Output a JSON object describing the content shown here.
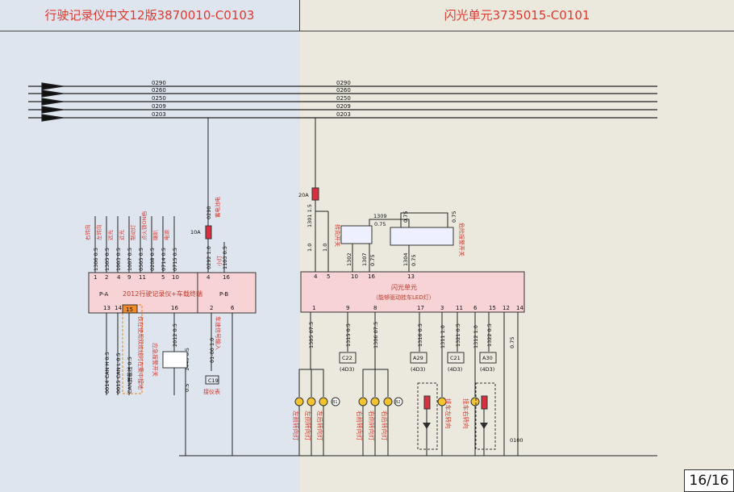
{
  "header": {
    "left_title": "行驶记录仪中文12版3870010-C0103",
    "right_title": "闪光单元3735015-C0101"
  },
  "page": "16/16",
  "bus_lines": [
    "0290",
    "0260",
    "0250",
    "0209",
    "0203"
  ],
  "recorder": {
    "title": "2012行驶记录仪+车载终端",
    "conn_a": "P-A",
    "conn_b": "P-B",
    "top_pins_a": [
      "1",
      "2",
      "4",
      "9",
      "11",
      "5",
      "10"
    ],
    "top_pins_b": [
      "4",
      "16"
    ],
    "bottom_pins_a": [
      "13",
      "14",
      "15",
      "16"
    ],
    "bottom_pins_b": [
      "2",
      "6"
    ],
    "wires_top": [
      "1306 0.5",
      "1305 0.5",
      "1003 0.5",
      "1007 0.5",
      "0505 0.5",
      "0208 0.5",
      "0714 0.5",
      "0715 0.5"
    ],
    "wire_labels_top": [
      "右转向",
      "左转向",
      "远光",
      "近光",
      "制动灯",
      "点火锁ON档",
      "喇叭",
      "电源"
    ],
    "b_wires": [
      "0292 1.0",
      "1103 0.5"
    ],
    "b_labels": [
      "小灯"
    ],
    "fuse": "10A",
    "battery_label": "蓄电池电",
    "battery_wire": "0290",
    "bottom_wires": [
      "0014 CAN H 0.5",
      "0015 CAN L 0.5",
      "CAN屏蔽线 0.5",
      "2012 0.5",
      "1440 0.5",
      "01-00 1.0"
    ],
    "can_note": "仅在使用双绞线时在集中接地",
    "emergency": "应急报警开关",
    "speed": "车速信号输入",
    "c19": "C19",
    "cluster": "接仪表",
    "sw_small_wire": "0.5"
  },
  "flasher": {
    "title": "闪光单元",
    "subtitle": "（能够驱动挂车LED灯）",
    "fuse": "20A",
    "top_pins": [
      "4",
      "5",
      "10",
      "16",
      "13"
    ],
    "bottom_pins": [
      "1",
      "9",
      "8",
      "17",
      "3",
      "11",
      "6",
      "15",
      "12",
      "14"
    ],
    "wires_top": [
      "1.0",
      "1301 1.5",
      "1.0",
      "1302",
      "1307",
      "0.75",
      "1304",
      "0.75"
    ],
    "wire_1309": "1309",
    "wire_075a": "0.75",
    "wire_075b": "0.75",
    "wire_075c": "0.75",
    "turn_switch": "转向开关",
    "hazard_switch": "危险报警开关",
    "bottom_wires": [
      "1305 07.5",
      "1315 0.5",
      "1306 07.5",
      "1316 0.5",
      "1311 1.0",
      "1321 0.5",
      "1312 1.0",
      "1322 0.5",
      "0.75"
    ],
    "connectors": [
      "C22",
      "A29",
      "C21",
      "A30"
    ],
    "conn_codes": [
      "(4D3)",
      "(4D3)",
      "(4D3)",
      "(4D3)"
    ],
    "lamps_left": [
      "左前转向灯",
      "左侧转向灯",
      "左后转向灯"
    ],
    "lamps_right": [
      "右前转向灯",
      "右侧转向灯",
      "右后转向灯"
    ],
    "trailer_left": "挂车左转向",
    "trailer_right": "挂车右转向",
    "b1": "B1",
    "b2": "B2",
    "ground": "0100"
  }
}
